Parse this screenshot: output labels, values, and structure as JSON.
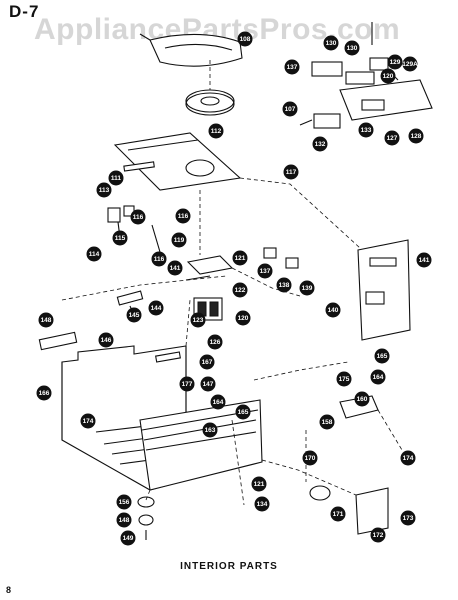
{
  "header": {
    "diagram_id": "D-7",
    "watermark": "AppliancePartsPros.com"
  },
  "caption": "INTERIOR PARTS",
  "page_number": "8",
  "callouts": [
    "108",
    "130",
    "130",
    "137",
    "129",
    "129A",
    "120",
    "107",
    "132",
    "133",
    "127",
    "128",
    "112",
    "111",
    "117",
    "113",
    "116",
    "115",
    "116",
    "119",
    "116",
    "114",
    "140",
    "141",
    "137",
    "138",
    "139",
    "145",
    "144",
    "126",
    "123",
    "121",
    "122",
    "120",
    "141",
    "148",
    "146",
    "167",
    "177",
    "147",
    "164",
    "165",
    "166",
    "174",
    "163",
    "165",
    "164",
    "175",
    "160",
    "158",
    "170",
    "174",
    "121",
    "134",
    "171",
    "172",
    "173",
    "156",
    "148",
    "149"
  ]
}
